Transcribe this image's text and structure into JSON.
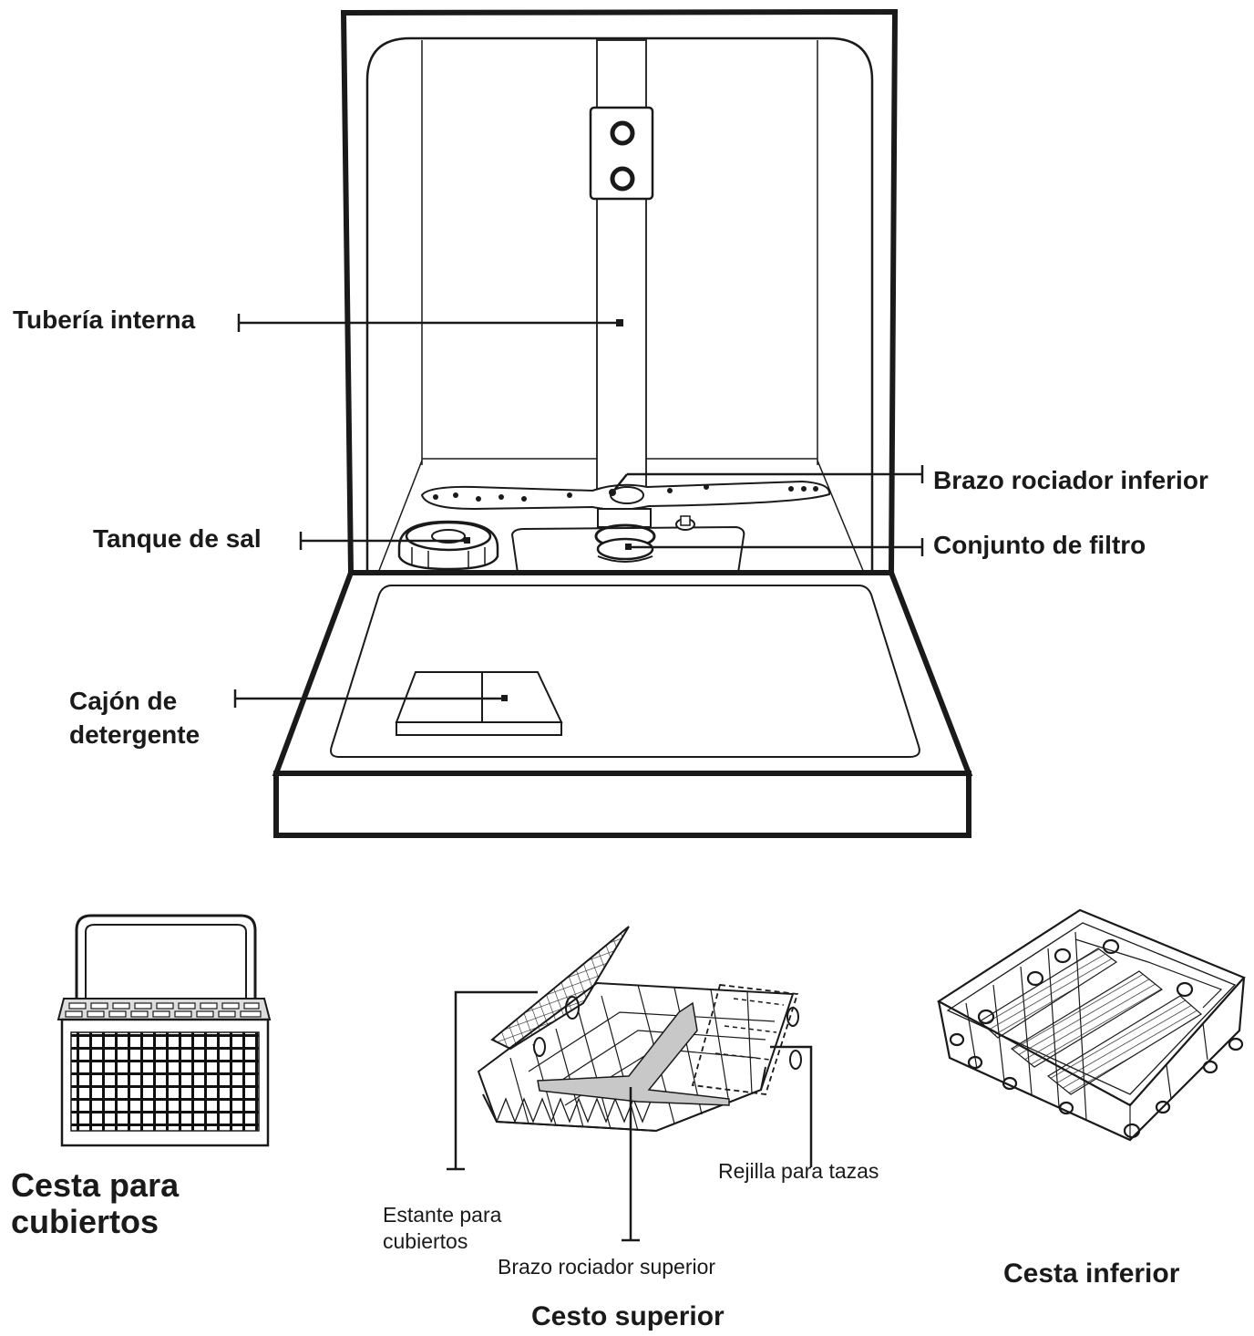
{
  "labels": {
    "tuberia": "Tubería interna",
    "brazo_inferior": "Brazo rociador inferior",
    "tanque": "Tanque de sal",
    "filtro": "Conjunto de filtro",
    "cajon": "Cajón de\ndetergente",
    "cesta_cubiertos": "Cesta para\ncubiertos",
    "estante": "Estante para\ncubiertos",
    "rejilla": "Rejilla para tazas",
    "brazo_superior": "Brazo rociador superior",
    "cesto_superior": "Cesto superior",
    "cesta_inferior": "Cesta inferior"
  },
  "colors": {
    "line": "#1a1a1a",
    "arm_fill": "#c8c8c8",
    "background": "#ffffff"
  }
}
